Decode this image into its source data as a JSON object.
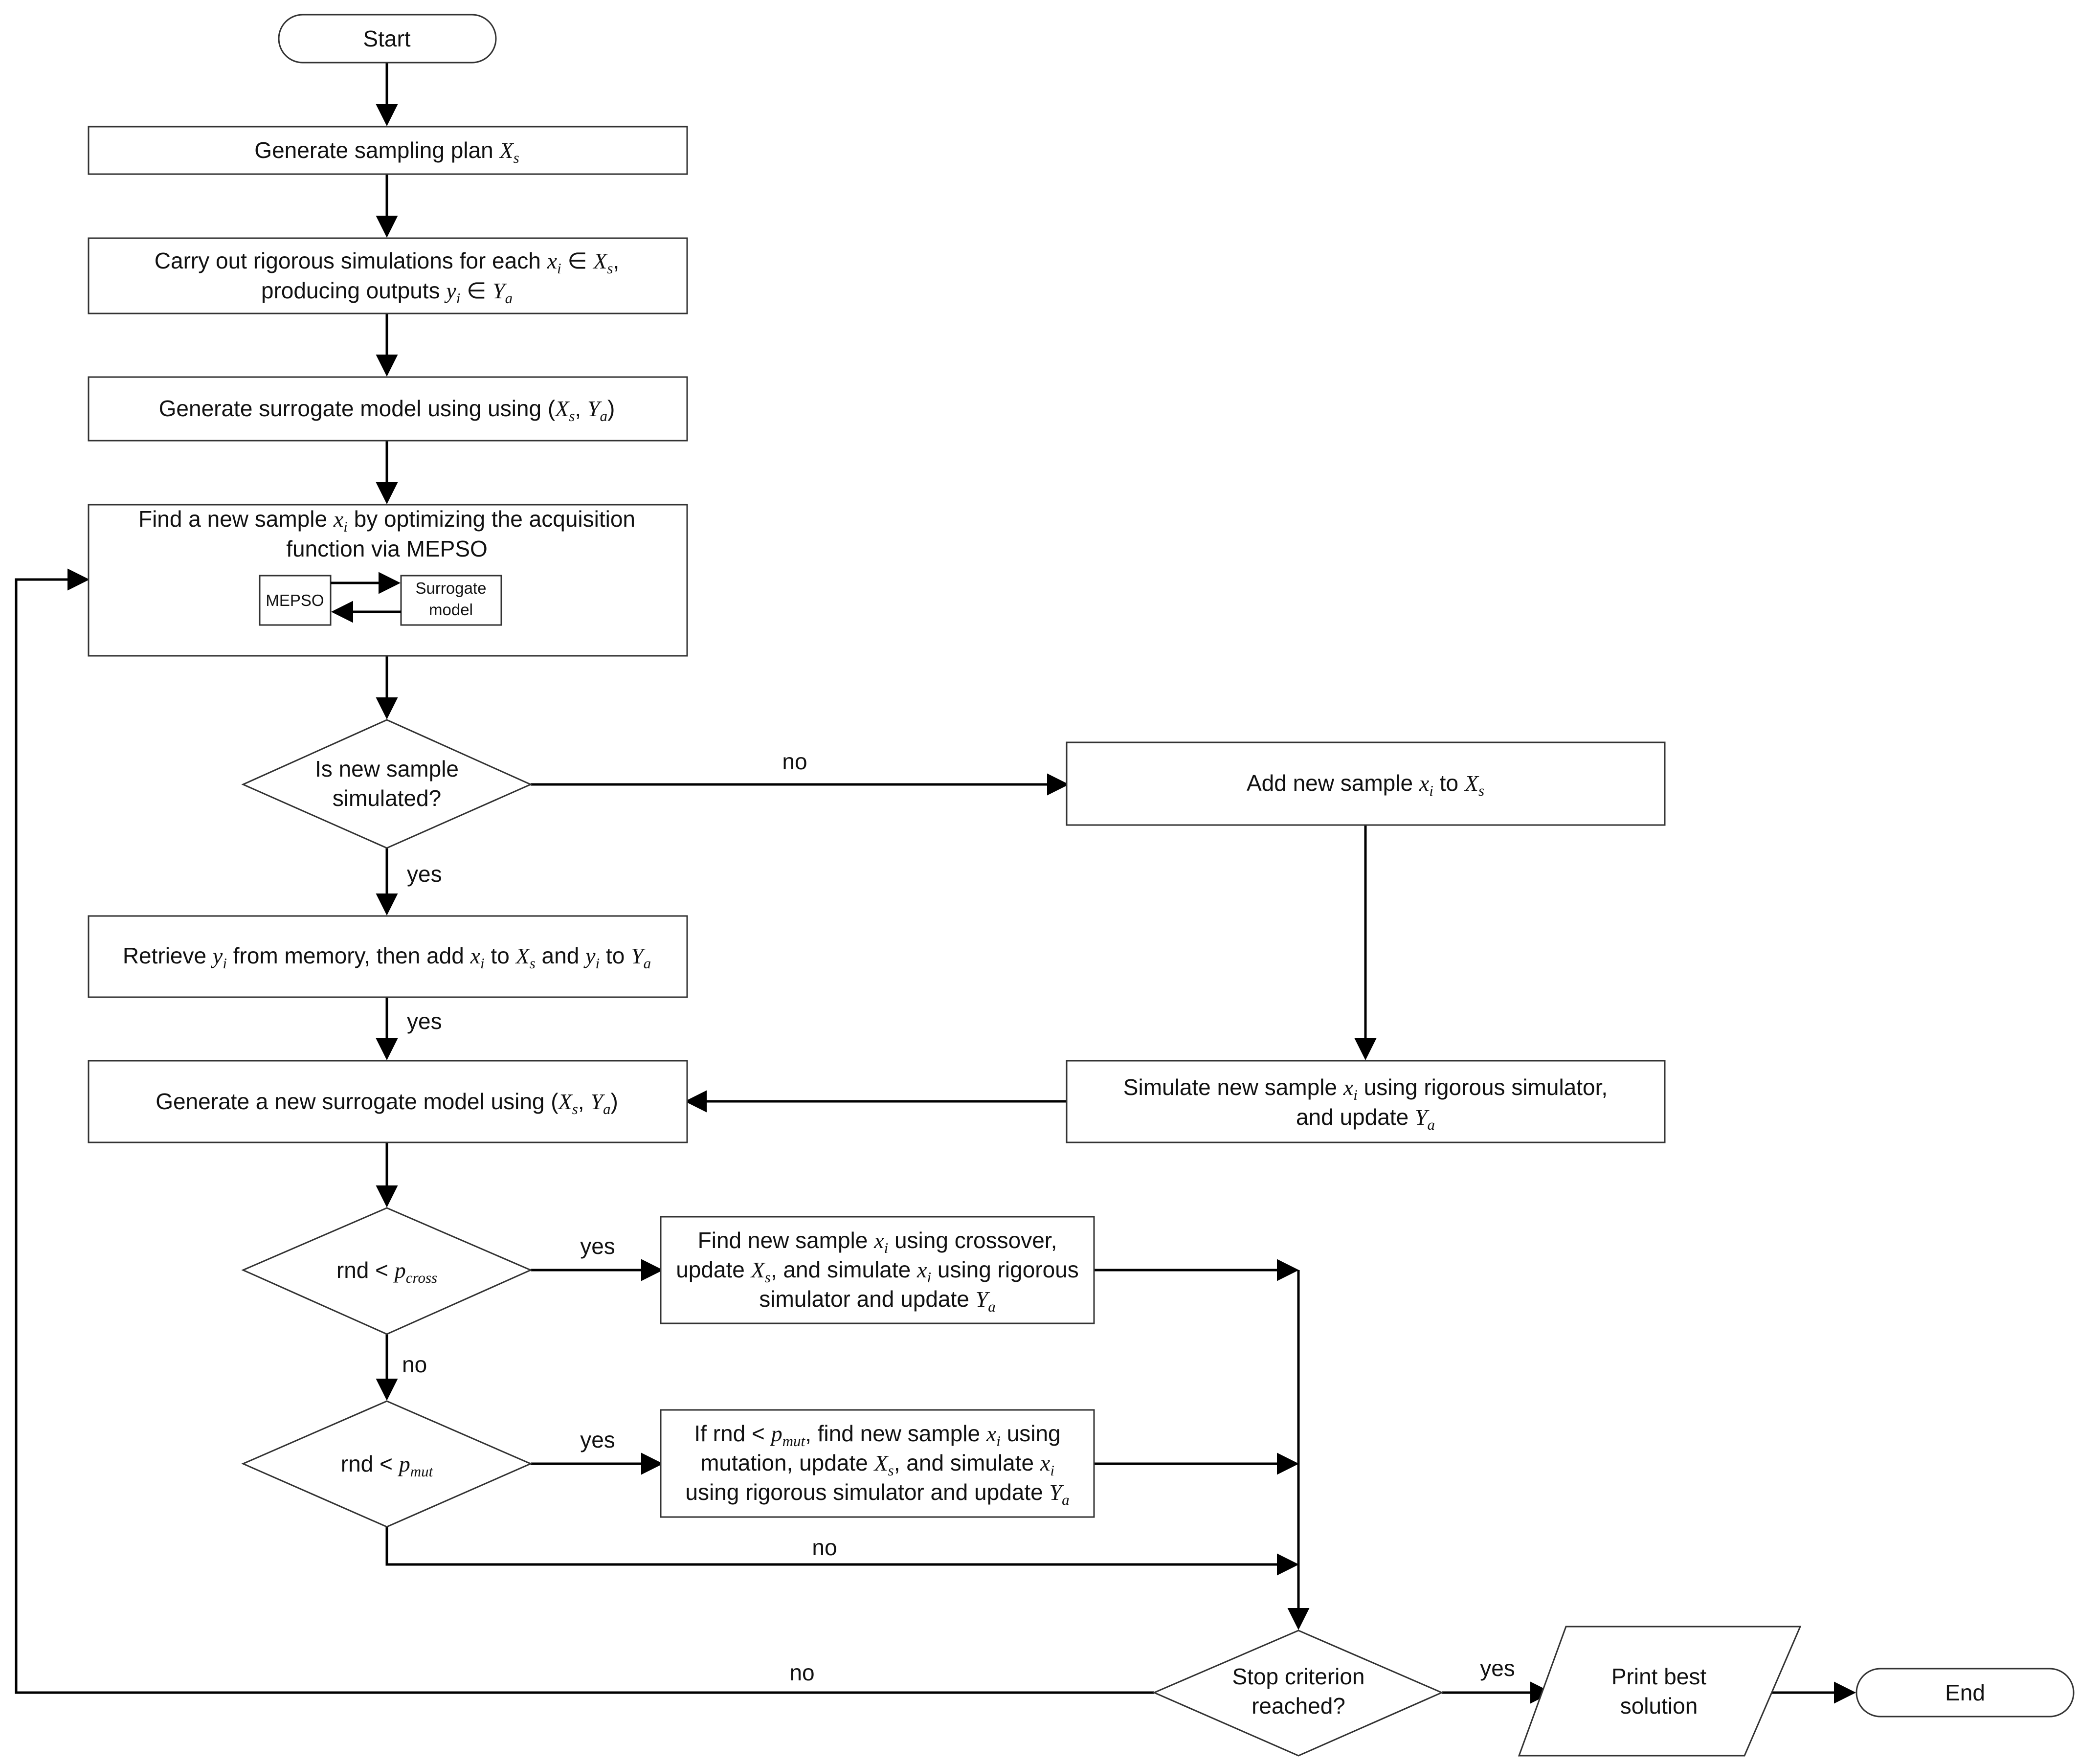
{
  "nodes": {
    "start": "Start",
    "gen_plan": [
      "Generate sampling plan ",
      "X",
      "s"
    ],
    "rigorous": {
      "line1": [
        "Carry out rigorous simulations for each ",
        "x",
        "i",
        " ∈ ",
        "X",
        "s",
        ","
      ],
      "line2": [
        "producing outputs  ",
        "y",
        "i",
        " ∈ ",
        "Y",
        "a"
      ]
    },
    "surrogate": [
      "Generate surrogate model using using (",
      "X",
      "s",
      ", ",
      "Y",
      "a",
      ")"
    ],
    "find_sample": {
      "line1": [
        "Find a new sample ",
        "x",
        "i",
        " by optimizing the acquisition"
      ],
      "line2": "function via MEPSO",
      "inner_left": "MEPSO",
      "inner_right_1": "Surrogate",
      "inner_right_2": "model"
    },
    "is_simulated": {
      "line1": "Is new sample",
      "line2": "simulated?"
    },
    "add_sample": [
      "Add new sample ",
      "x",
      "i",
      " to ",
      "X",
      "s"
    ],
    "retrieve": [
      "Retrieve  ",
      "y",
      "i",
      " from memory, then add  ",
      "x",
      "i",
      " to ",
      "X",
      "s",
      " and  ",
      "y",
      "i",
      " to ",
      "Y",
      "a"
    ],
    "simulate_new": {
      "line1": [
        "Simulate new sample ",
        "x",
        "i",
        " using rigorous simulator,"
      ],
      "line2": [
        "and update ",
        "Y",
        "a"
      ]
    },
    "gen_new_surrogate": [
      "Generate a new surrogate model using (",
      "X",
      "s",
      ", ",
      "Y",
      "a",
      ")"
    ],
    "rnd_cross": [
      "rnd < ",
      "p",
      "cross"
    ],
    "crossover": {
      "line1": [
        "Find new sample ",
        "x",
        "i",
        " using crossover,"
      ],
      "line2": [
        "update ",
        "X",
        "s",
        ", and simulate ",
        "x",
        "i",
        " using rigorous"
      ],
      "line3": [
        "simulator and update ",
        "Y",
        "a"
      ]
    },
    "rnd_mut": [
      "rnd < ",
      "p",
      "mut"
    ],
    "mutation": {
      "line1": [
        "If rnd < ",
        "p",
        "mut",
        ", find new sample ",
        "x",
        "i",
        " using"
      ],
      "line2": [
        "mutation, update ",
        "X",
        "s",
        ", and simulate ",
        "x",
        "i"
      ],
      "line3": [
        "using rigorous simulator and update ",
        "Y",
        "a"
      ]
    },
    "stop": {
      "line1": "Stop criterion",
      "line2": "reached?"
    },
    "print": {
      "line1": "Print best",
      "line2": "solution"
    },
    "end": "End"
  },
  "edge_labels": {
    "is_simulated_no": "no",
    "is_simulated_yes": "yes",
    "retrieve_yes": "yes",
    "cross_yes": "yes",
    "cross_no": "no",
    "mut_yes": "yes",
    "mut_no": "no",
    "stop_yes": "yes",
    "stop_no": "no"
  }
}
